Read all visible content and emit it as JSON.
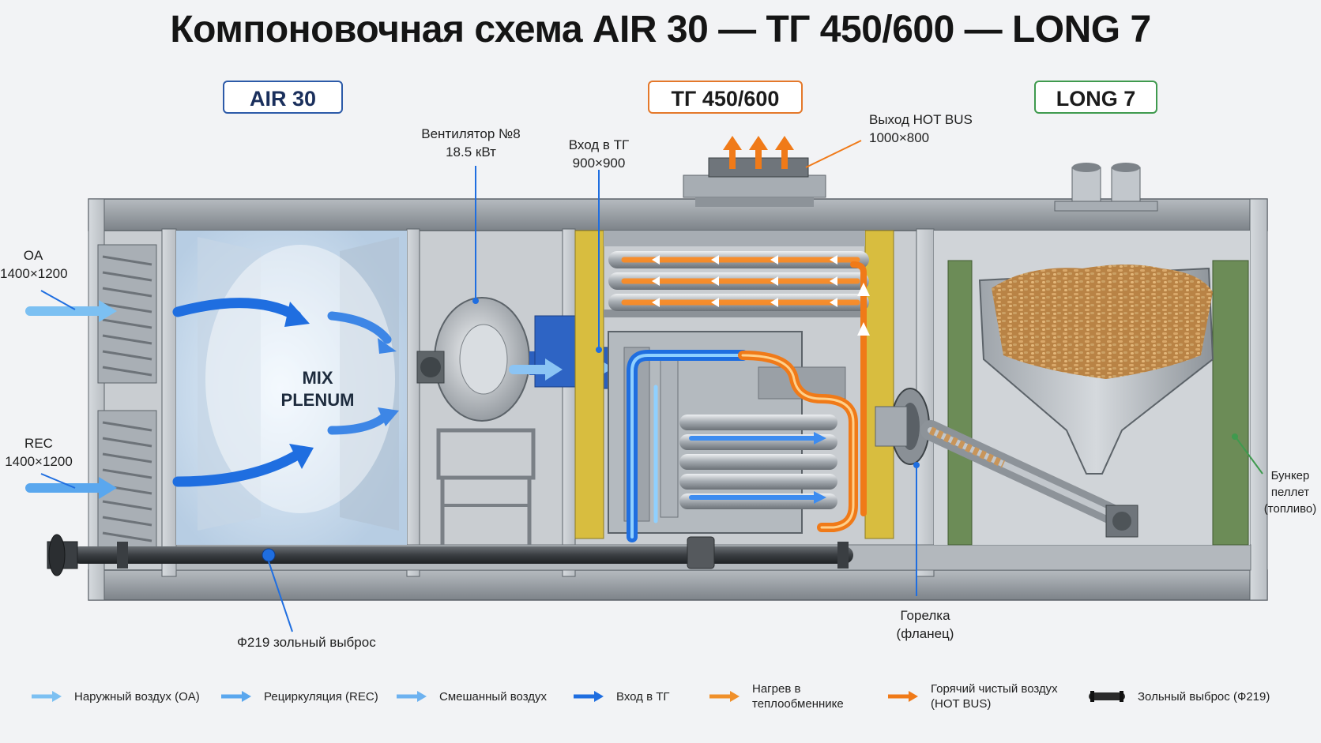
{
  "title": "Компоновочная схема AIR 30 — ТГ 450/600 — LONG 7",
  "sections": {
    "air": "AIR 30",
    "tg": "ТГ 450/600",
    "long": "LONG 7"
  },
  "labels": {
    "oa_name": "OA",
    "oa_size": "1400×1200",
    "rec_name": "REC",
    "rec_size": "1400×1200",
    "mix_line1": "MIX",
    "mix_line2": "PLENUM",
    "fan_line1": "Вентилятор №8",
    "fan_line2": "18.5 кВт",
    "tg_in_line1": "Вход в ТГ",
    "tg_in_line2": "900×900",
    "hot_out_line1": "Выход HOT BUS",
    "hot_out_line2": "1000×800",
    "ash_pipe": "Ф219 зольный выброс",
    "burner_line1": "Горелка",
    "burner_line2": "(фланец)",
    "bunker_line1": "Бункер",
    "bunker_line2": "пеллет",
    "bunker_line3": "(топливо)"
  },
  "legend": [
    {
      "label": "Наружный воздух (OA)",
      "color": "#7cc0f2"
    },
    {
      "label": "Рециркуляция (REC)",
      "color": "#5aa7ee"
    },
    {
      "label": "Смешанный воздух",
      "color": "#6db2f0"
    },
    {
      "label": "Вход в ТГ",
      "color": "#1f6ee0"
    },
    {
      "label": "Нагрев в\nтеплообменнике",
      "color": "#f0902a"
    },
    {
      "label": "Горячий чистый воздух\n(HOT BUS)",
      "color": "#f07a18"
    },
    {
      "label": "Зольный выброс (Ф219)",
      "color": "#2b2b2b"
    }
  ],
  "colors": {
    "frame": "#8d9399",
    "frame_dark": "#5c6369",
    "air_blue": "#1f6ee0",
    "hot_orange": "#f07a18",
    "insulation_yellow": "#d8bd3f",
    "bunker_green": "#6c8c57",
    "pellet": "#c8955a"
  }
}
